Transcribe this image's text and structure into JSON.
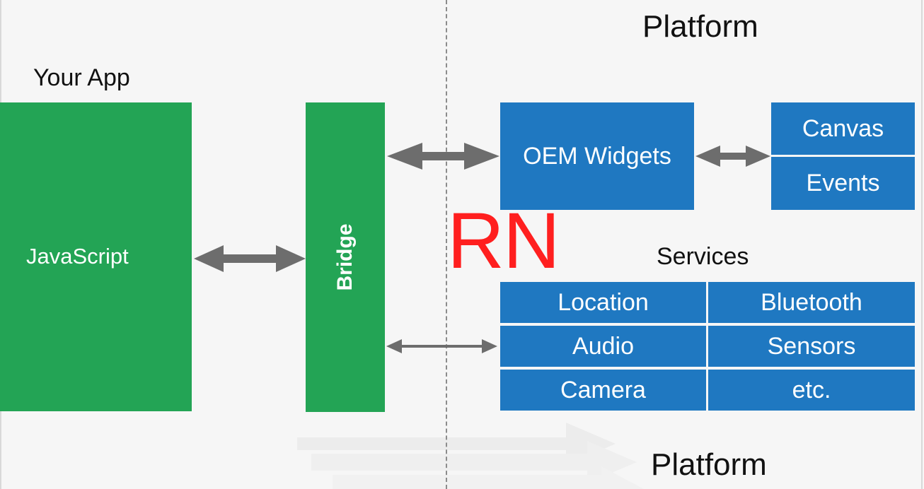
{
  "headings": {
    "platform_top": "Platform",
    "your_app": "Your App",
    "services": "Services",
    "platform_bottom": "Platform"
  },
  "boxes": {
    "javascript": "JavaScript",
    "bridge": "Bridge",
    "oem_widgets": "OEM Widgets",
    "canvas": "Canvas",
    "events": "Events"
  },
  "services": [
    "Location",
    "Bluetooth",
    "Audio",
    "Sensors",
    "Camera",
    "etc."
  ],
  "overlay": "RN",
  "colors": {
    "green": "#23a455",
    "blue": "#1f78c1",
    "arrow": "#6d6d6d",
    "overlay": "#ff1f1f"
  }
}
